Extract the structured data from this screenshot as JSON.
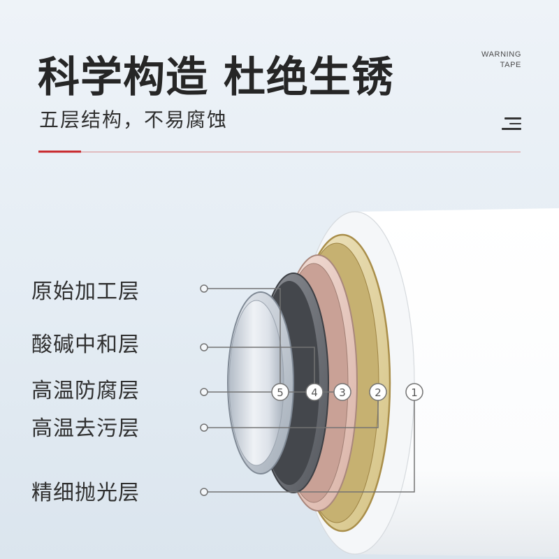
{
  "header": {
    "title": "科学构造 杜绝生锈",
    "subtitle": "五层结构，不易腐蚀",
    "tag_line_1": "WARNING",
    "tag_line_2": "TAPE",
    "menu_icon": "menu-lines-icon"
  },
  "theme": {
    "accent_red": "#c8262a",
    "divider": "#d98c8c",
    "leader_line": "#737373",
    "number_text": "#555555"
  },
  "pipe": {
    "body": "#ffffff",
    "gold_light": "#efe5c2",
    "gold_dark": "#d5c385",
    "pink_light": "#f3e0d9",
    "pink_dark": "#dab3a7",
    "gray_light": "#8c8f95",
    "gray_dark": "#55585e",
    "silver_light": "#e6eaf0",
    "silver_dark": "#a2acb7"
  },
  "layers": [
    {
      "label": "原始加工层",
      "number": "5"
    },
    {
      "label": "酸碱中和层",
      "number": "4"
    },
    {
      "label": "高温防腐层",
      "number": "3"
    },
    {
      "label": "高温去污层",
      "number": "2"
    },
    {
      "label": "精细抛光层",
      "number": "1"
    }
  ]
}
